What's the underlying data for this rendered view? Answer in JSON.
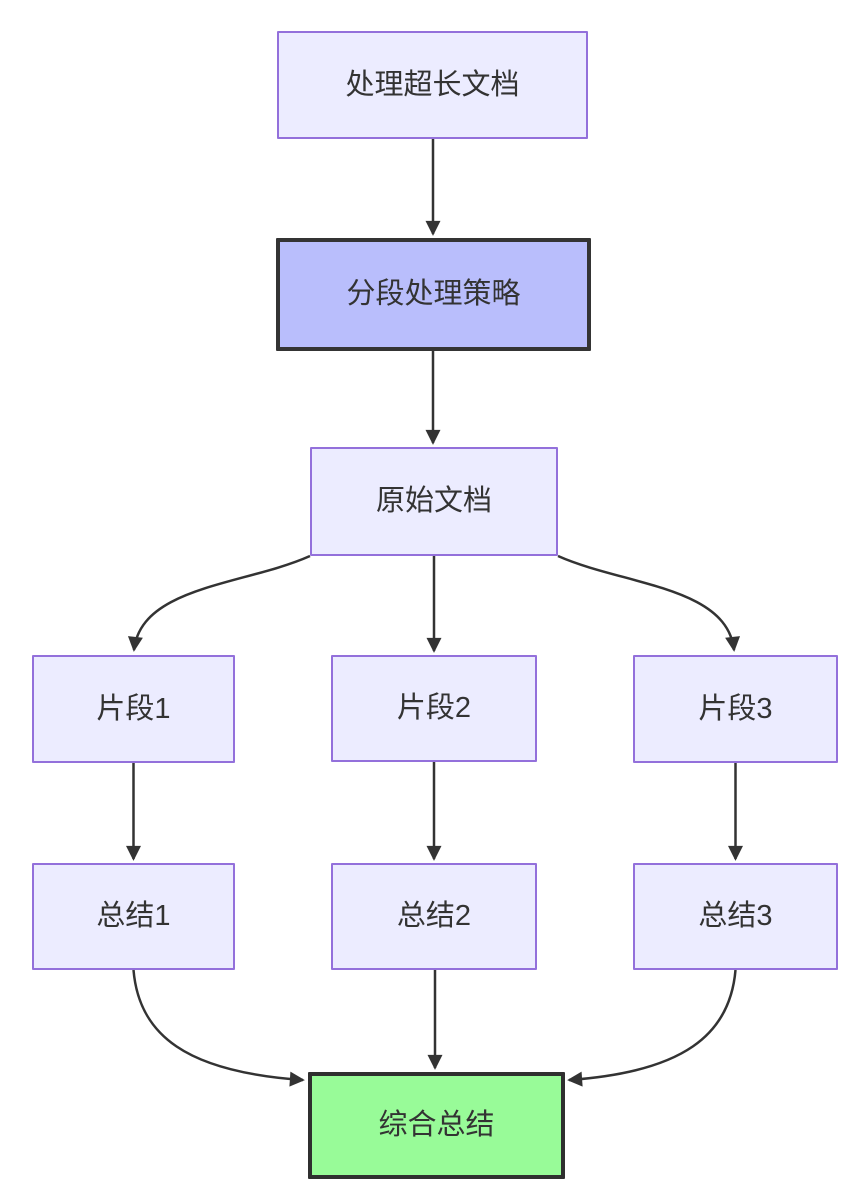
{
  "diagram": {
    "type": "flowchart",
    "direction": "top-down",
    "colors": {
      "node_fill": "#ECECFF",
      "node_border": "#9370DB",
      "emphasis_fill": "#B9BEFC",
      "emphasis_border": "#343434",
      "result_fill": "#98FB98",
      "result_border": "#2F2F2F",
      "edge": "#333333",
      "text": "#333333",
      "background": "#FFFFFF"
    },
    "nodes": [
      {
        "id": "A",
        "label": "处理超长文档",
        "kind": "default"
      },
      {
        "id": "B",
        "label": "分段处理策略",
        "kind": "emphasis"
      },
      {
        "id": "C",
        "label": "原始文档",
        "kind": "default"
      },
      {
        "id": "D",
        "label": "片段1",
        "kind": "default"
      },
      {
        "id": "E",
        "label": "片段2",
        "kind": "default"
      },
      {
        "id": "F",
        "label": "片段3",
        "kind": "default"
      },
      {
        "id": "G",
        "label": "总结1",
        "kind": "default"
      },
      {
        "id": "H",
        "label": "总结2",
        "kind": "default"
      },
      {
        "id": "I",
        "label": "总结3",
        "kind": "default"
      },
      {
        "id": "J",
        "label": "综合总结",
        "kind": "result"
      }
    ],
    "edges": [
      {
        "from": "A",
        "to": "B"
      },
      {
        "from": "B",
        "to": "C"
      },
      {
        "from": "C",
        "to": "D"
      },
      {
        "from": "C",
        "to": "E"
      },
      {
        "from": "C",
        "to": "F"
      },
      {
        "from": "D",
        "to": "G"
      },
      {
        "from": "E",
        "to": "H"
      },
      {
        "from": "F",
        "to": "I"
      },
      {
        "from": "G",
        "to": "J"
      },
      {
        "from": "H",
        "to": "J"
      },
      {
        "from": "I",
        "to": "J"
      }
    ]
  }
}
